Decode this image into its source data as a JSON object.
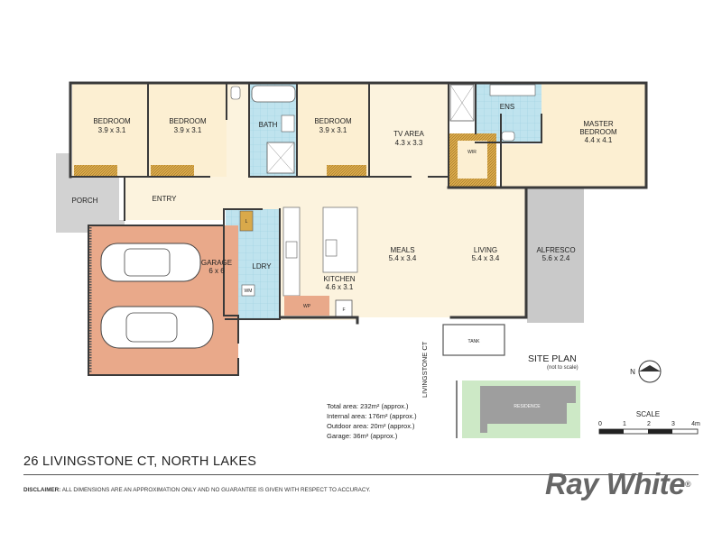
{
  "rooms": {
    "bedroom_a": {
      "name": "BEDROOM",
      "size": "3.9 x 3.1"
    },
    "bedroom_b": {
      "name": "BEDROOM",
      "size": "3.9 x 3.1"
    },
    "bath": {
      "name": "BATH"
    },
    "bedroom_c": {
      "name": "BEDROOM",
      "size": "3.9 x 3.1"
    },
    "tv_area": {
      "name": "TV AREA",
      "size": "4.3 x 3.3"
    },
    "ens": {
      "name": "ENS"
    },
    "wir": {
      "name": "WIR"
    },
    "master": {
      "name": "MASTER",
      "name2": "BEDROOM",
      "size": "4.4 x 4.1"
    },
    "porch": {
      "name": "PORCH"
    },
    "entry": {
      "name": "ENTRY"
    },
    "garage": {
      "name": "GARAGE",
      "size": "6 x 6"
    },
    "ldry": {
      "name": "LDRY"
    },
    "kitchen": {
      "name": "KITCHEN",
      "size": "4.6 x 3.1"
    },
    "meals": {
      "name": "MEALS",
      "size": "5.4 x 3.4"
    },
    "living": {
      "name": "LIVING",
      "size": "5.4 x 3.4"
    },
    "alfresco": {
      "name": "ALFRESCO",
      "size": "5.6 x 2.4"
    },
    "tank": {
      "name": "TANK"
    }
  },
  "fixtures": {
    "linen": "L",
    "wm": "WM",
    "fridge": "F",
    "wp": "WP"
  },
  "areas": [
    "Total area: 232m² (approx.)",
    "Internal area: 176m² (approx.)",
    "Outdoor area: 20m² (approx.)",
    "Garage: 36m² (approx.)"
  ],
  "site_plan": {
    "title": "SITE PLAN",
    "note": "(not to scale)",
    "residence": "RESIDENCE",
    "street": "LIVINGSTONE CT"
  },
  "compass": {
    "label": "N"
  },
  "scale": {
    "label": "SCALE",
    "ticks": [
      "0",
      "1",
      "2",
      "3",
      "4m"
    ]
  },
  "address": "26 LIVINGSTONE CT, NORTH LAKES",
  "disclaimer": {
    "label": "DISCLAIMER:",
    "text": "ALL DIMENSIONS ARE AN APPROXIMATION ONLY AND NO GUARANTEE IS GIVEN WITH RESPECT TO ACCURACY."
  },
  "brand": {
    "name": "Ray White",
    "mark": "®"
  },
  "colors": {
    "bedroom": "#FCEFD2",
    "living": "#FCF3DE",
    "wet_area": "#BFE3EE",
    "garage": "#E9A98A",
    "alfresco": "#C9C9C9",
    "wardrobe": "#D9A94A",
    "walls": "#3a3a3a",
    "lawn": "#CDE9C6",
    "residence": "#9E9E9E"
  }
}
